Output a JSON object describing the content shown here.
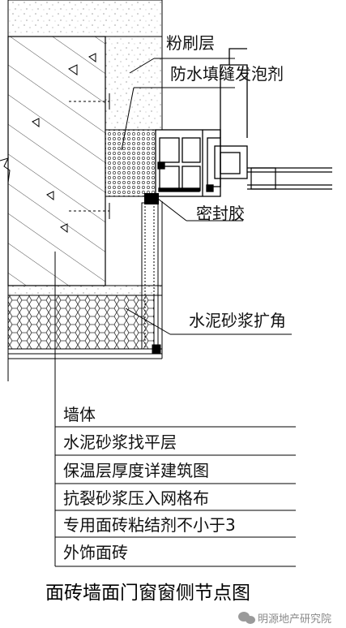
{
  "labels": {
    "plaster_layer": "粉刷层",
    "waterproof_foam": "防水填缝发泡剂",
    "sealant": "密封胶",
    "mortar_corner": "水泥砂浆扩角"
  },
  "layers": [
    "墙体",
    "水泥砂浆找平层",
    "保温层厚度详建筑图",
    "抗裂砂浆压入网格布",
    "专用面砖粘结剂不小于3",
    "外饰面砖"
  ],
  "caption": "面砖墙面门窗窗侧节点图",
  "watermark": "明源地产研究院",
  "icons": {
    "watermark_logo": "wechat-logo-icon"
  }
}
